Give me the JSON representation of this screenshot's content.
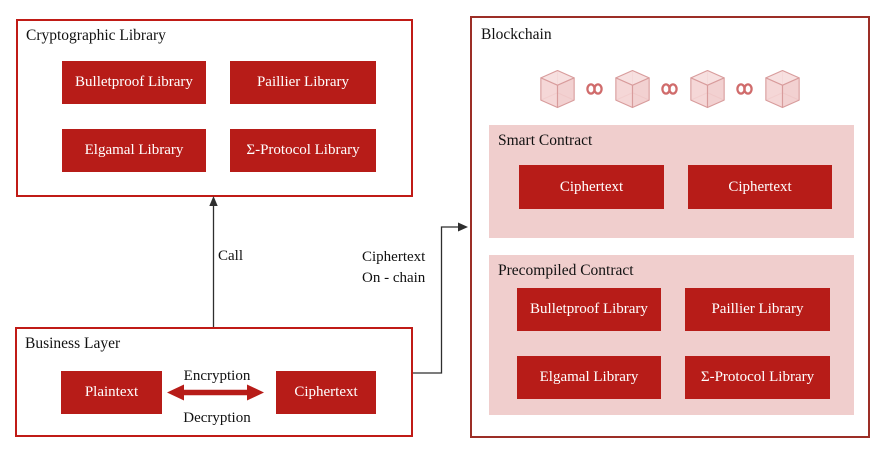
{
  "cryptographic_library": {
    "title": "Cryptographic Library",
    "buttons": [
      "Bulletproof Library",
      "Paillier Library",
      "Elgamal Library",
      "Σ-Protocol Library"
    ]
  },
  "business_layer": {
    "title": "Business Layer",
    "plaintext_label": "Plaintext",
    "ciphertext_label": "Ciphertext",
    "encryption_label": "Encryption",
    "decryption_label": "Decryption"
  },
  "blockchain": {
    "title": "Blockchain",
    "block_count": 4,
    "smart_contract": {
      "title": "Smart Contract",
      "buttons": [
        "Ciphertext",
        "Ciphertext"
      ]
    },
    "precompiled_contract": {
      "title": "Precompiled Contract",
      "buttons": [
        "Bulletproof Library",
        "Paillier Library",
        "Elgamal Library",
        "Σ-Protocol Library"
      ]
    }
  },
  "connectors": {
    "call_label": "Call",
    "onchain_label_line1": "Ciphertext",
    "onchain_label_line2": "On - chain"
  },
  "colors": {
    "button_red": "#b71c18",
    "panel_border_red": "#c01b16",
    "blockchain_border_red": "#9c2e26",
    "contract_pink": "#f0cecd",
    "chain_icon_pink": "#d89c9c"
  }
}
